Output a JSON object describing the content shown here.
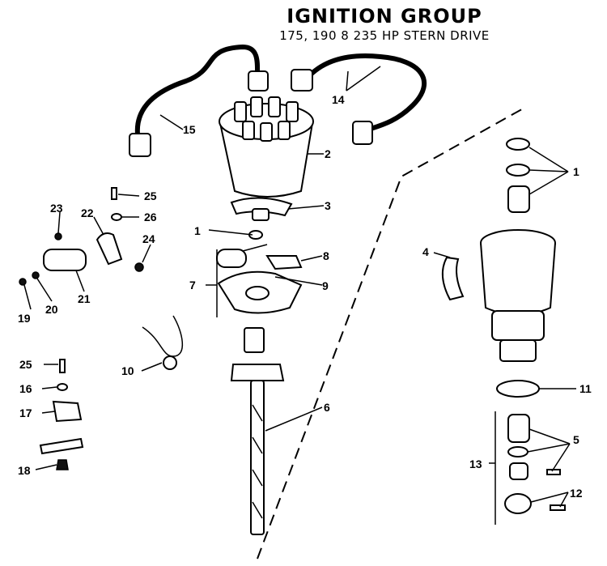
{
  "title": "IGNITION GROUP",
  "subtitle": "175, 190 8 235 HP STERN DRIVE",
  "callouts": {
    "c1a": "1",
    "c1b": "1",
    "c2": "2",
    "c3": "3",
    "c4": "4",
    "c5": "5",
    "c6": "6",
    "c7": "7",
    "c8": "8",
    "c9": "9",
    "c10": "10",
    "c11": "11",
    "c12": "12",
    "c13": "13",
    "c14": "14",
    "c15": "15",
    "c16": "16",
    "c17": "17",
    "c18": "18",
    "c19": "19",
    "c20": "20",
    "c21": "21",
    "c22": "22",
    "c23": "23",
    "c24": "24",
    "c25a": "25",
    "c25b": "25",
    "c26": "26"
  }
}
